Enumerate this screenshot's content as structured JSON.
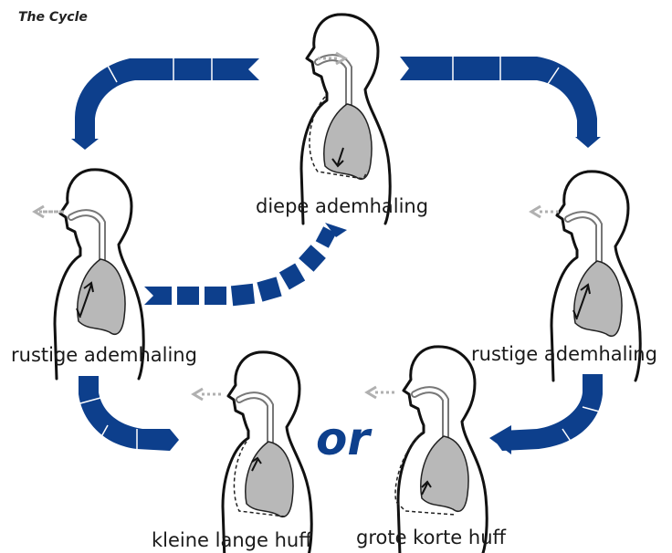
{
  "title": "The Cycle",
  "colors": {
    "arrow": "#0d3f8c",
    "lung": "#b8b8b8",
    "outline": "#111111",
    "breath": "#b0b0b0"
  },
  "steps": {
    "top": "diepe ademhaling",
    "left": "rustige ademhaling",
    "right": "rustige ademhaling",
    "bottom_left": "kleine lange huff",
    "bottom_right": "grote korte huff"
  },
  "connector": "or"
}
